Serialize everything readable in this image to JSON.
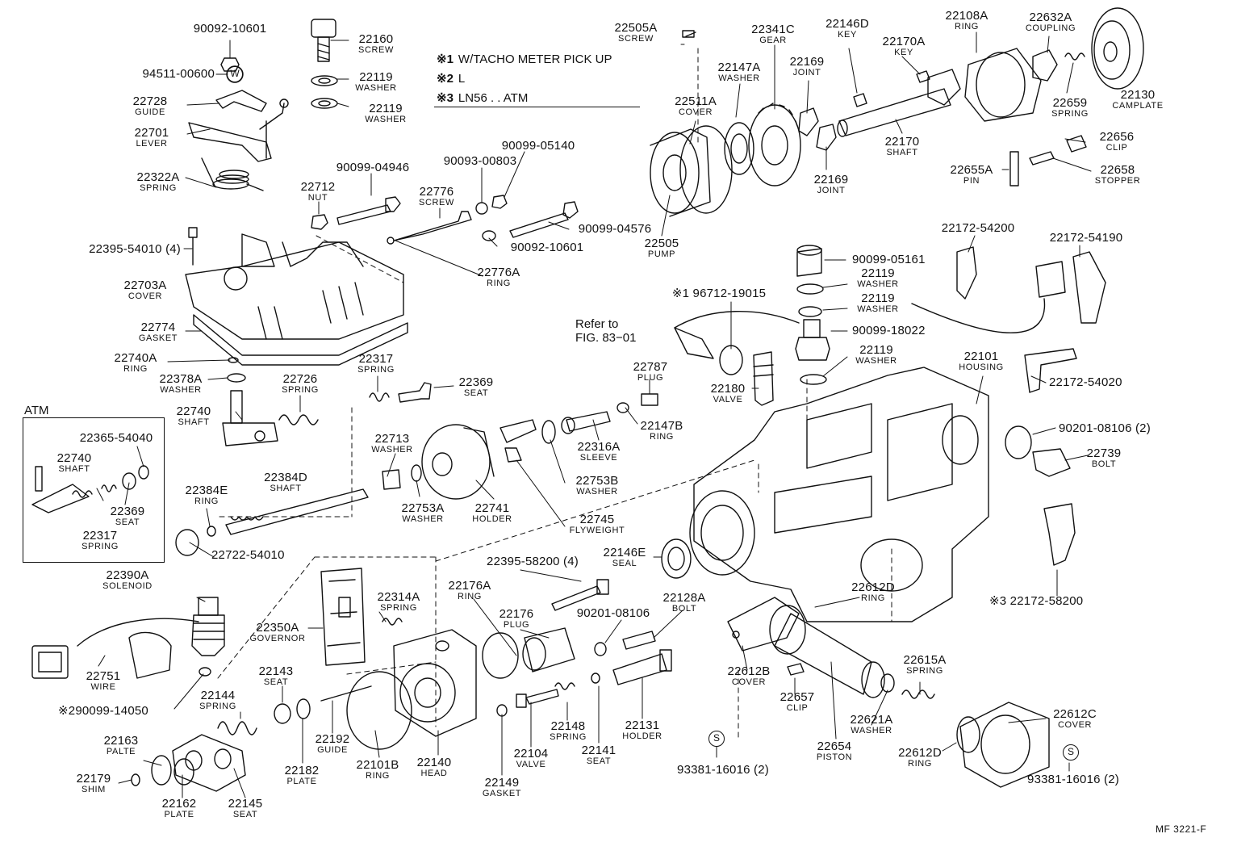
{
  "notes": [
    {
      "mark": "※1",
      "text": "W/TACHO METER PICK UP"
    },
    {
      "mark": "※2",
      "text": "L"
    },
    {
      "mark": "※3",
      "text": "LN56 . . ATM"
    }
  ],
  "atm_title": "ATM",
  "refer_line1": "Refer to",
  "refer_line2": "FIG. 83−01",
  "figure_code": "MF 3221-F",
  "w_symbol": "W",
  "s_symbol": "S",
  "parts": [
    {
      "id": "90092-10601-a",
      "number": "90092-10601",
      "name": ""
    },
    {
      "id": "94511-00600",
      "number": "94511-00600",
      "name": ""
    },
    {
      "id": "22728",
      "number": "22728",
      "name": "GUIDE"
    },
    {
      "id": "22701",
      "number": "22701",
      "name": "LEVER"
    },
    {
      "id": "22322A",
      "number": "22322A",
      "name": "SPRING"
    },
    {
      "id": "22160",
      "number": "22160",
      "name": "SCREW"
    },
    {
      "id": "22119-a",
      "number": "22119",
      "name": "WASHER"
    },
    {
      "id": "22119-b",
      "number": "22119",
      "name": "WASHER"
    },
    {
      "id": "90099-04946",
      "number": "90099-04946",
      "name": ""
    },
    {
      "id": "22712",
      "number": "22712",
      "name": "NUT"
    },
    {
      "id": "22776",
      "number": "22776",
      "name": "SCREW"
    },
    {
      "id": "90093-00803",
      "number": "90093-00803",
      "name": ""
    },
    {
      "id": "90099-05140",
      "number": "90099-05140",
      "name": ""
    },
    {
      "id": "90099-04576",
      "number": "90099-04576",
      "name": ""
    },
    {
      "id": "90092-10601-b",
      "number": "90092-10601",
      "name": ""
    },
    {
      "id": "22776A",
      "number": "22776A",
      "name": "RING"
    },
    {
      "id": "22395-54010",
      "number": "22395-54010 (4)",
      "name": ""
    },
    {
      "id": "22703A",
      "number": "22703A",
      "name": "COVER"
    },
    {
      "id": "22774",
      "number": "22774",
      "name": "GASKET"
    },
    {
      "id": "22740A",
      "number": "22740A",
      "name": "RING"
    },
    {
      "id": "22378A",
      "number": "22378A",
      "name": "WASHER"
    },
    {
      "id": "22726",
      "number": "22726",
      "name": "SPRING"
    },
    {
      "id": "22317-a",
      "number": "22317",
      "name": "SPRING"
    },
    {
      "id": "22369-a",
      "number": "22369",
      "name": "SEAT"
    },
    {
      "id": "22740-a",
      "number": "22740",
      "name": "SHAFT"
    },
    {
      "id": "22365-54040",
      "number": "22365-54040",
      "name": ""
    },
    {
      "id": "22740-b",
      "number": "22740",
      "name": "SHAFT"
    },
    {
      "id": "22369-b",
      "number": "22369",
      "name": "SEAT"
    },
    {
      "id": "22317-b",
      "number": "22317",
      "name": "SPRING"
    },
    {
      "id": "22384E",
      "number": "22384E",
      "name": "RING"
    },
    {
      "id": "22384D",
      "number": "22384D",
      "name": "SHAFT"
    },
    {
      "id": "22722-54010",
      "number": "22722-54010",
      "name": ""
    },
    {
      "id": "22713",
      "number": "22713",
      "name": "WASHER"
    },
    {
      "id": "22753A",
      "number": "22753A",
      "name": "WASHER"
    },
    {
      "id": "22741",
      "number": "22741",
      "name": "HOLDER"
    },
    {
      "id": "22745",
      "number": "22745",
      "name": "FLYWEIGHT"
    },
    {
      "id": "22753B",
      "number": "22753B",
      "name": "WASHER"
    },
    {
      "id": "22316A",
      "number": "22316A",
      "name": "SLEEVE"
    },
    {
      "id": "22787",
      "number": "22787",
      "name": "PLUG"
    },
    {
      "id": "22147B",
      "number": "22147B",
      "name": "RING"
    },
    {
      "id": "22390A",
      "number": "22390A",
      "name": "SOLENOID"
    },
    {
      "id": "22751",
      "number": "22751",
      "name": "WIRE"
    },
    {
      "id": "90099-14050",
      "number": "※290099-14050",
      "name": ""
    },
    {
      "id": "22350A",
      "number": "22350A",
      "name": "GOVERNOR"
    },
    {
      "id": "22314A",
      "number": "22314A",
      "name": "SPRING"
    },
    {
      "id": "22395-58200",
      "number": "22395-58200 (4)",
      "name": ""
    },
    {
      "id": "22176A",
      "number": "22176A",
      "name": "RING"
    },
    {
      "id": "22176",
      "number": "22176",
      "name": "PLUG"
    },
    {
      "id": "90201-08106-a",
      "number": "90201-08106",
      "name": ""
    },
    {
      "id": "22128A",
      "number": "22128A",
      "name": "BOLT"
    },
    {
      "id": "22143",
      "number": "22143",
      "name": "SEAT"
    },
    {
      "id": "22144",
      "number": "22144",
      "name": "SPRING"
    },
    {
      "id": "22163",
      "number": "22163",
      "name": "PALTE"
    },
    {
      "id": "22179",
      "number": "22179",
      "name": "SHIM"
    },
    {
      "id": "22162",
      "number": "22162",
      "name": "PLATE"
    },
    {
      "id": "22145",
      "number": "22145",
      "name": "SEAT"
    },
    {
      "id": "22182",
      "number": "22182",
      "name": "PLATE"
    },
    {
      "id": "22192",
      "number": "22192",
      "name": "GUIDE"
    },
    {
      "id": "22101B",
      "number": "22101B",
      "name": "RING"
    },
    {
      "id": "22140",
      "number": "22140",
      "name": "HEAD"
    },
    {
      "id": "22149",
      "number": "22149",
      "name": "GASKET"
    },
    {
      "id": "22104",
      "number": "22104",
      "name": "VALVE"
    },
    {
      "id": "22148",
      "number": "22148",
      "name": "SPRING"
    },
    {
      "id": "22141",
      "number": "22141",
      "name": "SEAT"
    },
    {
      "id": "22131",
      "number": "22131",
      "name": "HOLDER"
    },
    {
      "id": "22505A",
      "number": "22505A",
      "name": "SCREW"
    },
    {
      "id": "22511A",
      "number": "22511A",
      "name": "COVER"
    },
    {
      "id": "22505",
      "number": "22505",
      "name": "PUMP"
    },
    {
      "id": "22147A",
      "number": "22147A",
      "name": "WASHER"
    },
    {
      "id": "22341C",
      "number": "22341C",
      "name": "GEAR"
    },
    {
      "id": "22169-a",
      "number": "22169",
      "name": "JOINT"
    },
    {
      "id": "22169-b",
      "number": "22169",
      "name": "JOINT"
    },
    {
      "id": "22146D",
      "number": "22146D",
      "name": "KEY"
    },
    {
      "id": "22170A",
      "number": "22170A",
      "name": "KEY"
    },
    {
      "id": "22170",
      "number": "22170",
      "name": "SHAFT"
    },
    {
      "id": "22108A",
      "number": "22108A",
      "name": "RING"
    },
    {
      "id": "22632A",
      "number": "22632A",
      "name": "COUPLING"
    },
    {
      "id": "22659",
      "number": "22659",
      "name": "SPRING"
    },
    {
      "id": "22130",
      "number": "22130",
      "name": "CAMPLATE"
    },
    {
      "id": "22656",
      "number": "22656",
      "name": "CLIP"
    },
    {
      "id": "22655A",
      "number": "22655A",
      "name": "PIN"
    },
    {
      "id": "22658",
      "number": "22658",
      "name": "STOPPER"
    },
    {
      "id": "22172-54200",
      "number": "22172-54200",
      "name": ""
    },
    {
      "id": "22172-54190",
      "number": "22172-54190",
      "name": ""
    },
    {
      "id": "90099-05161",
      "number": "90099-05161",
      "name": ""
    },
    {
      "id": "22119-c",
      "number": "22119",
      "name": "WASHER"
    },
    {
      "id": "22119-d",
      "number": "22119",
      "name": "WASHER"
    },
    {
      "id": "96712-19015",
      "number": "※1 96712-19015",
      "name": ""
    },
    {
      "id": "90099-18022",
      "number": "90099-18022",
      "name": ""
    },
    {
      "id": "22119-e",
      "number": "22119",
      "name": "WASHER"
    },
    {
      "id": "22180",
      "number": "22180",
      "name": "VALVE"
    },
    {
      "id": "22101",
      "number": "22101",
      "name": "HOUSING"
    },
    {
      "id": "22172-54020",
      "number": "22172-54020",
      "name": ""
    },
    {
      "id": "90201-08106-b",
      "number": "90201-08106 (2)",
      "name": ""
    },
    {
      "id": "22739",
      "number": "22739",
      "name": "BOLT"
    },
    {
      "id": "22146E",
      "number": "22146E",
      "name": "SEAL"
    },
    {
      "id": "22172-58200",
      "number": "※3  22172-58200",
      "name": ""
    },
    {
      "id": "22612D-a",
      "number": "22612D",
      "name": "RING"
    },
    {
      "id": "22612B",
      "number": "22612B",
      "name": "COVER"
    },
    {
      "id": "22657",
      "number": "22657",
      "name": "CLIP"
    },
    {
      "id": "22654",
      "number": "22654",
      "name": "PISTON"
    },
    {
      "id": "22615A",
      "number": "22615A",
      "name": "SPRING"
    },
    {
      "id": "22621A",
      "number": "22621A",
      "name": "WASHER"
    },
    {
      "id": "22612C",
      "number": "22612C",
      "name": "COVER"
    },
    {
      "id": "22612D-b",
      "number": "22612D",
      "name": "RING"
    },
    {
      "id": "93381-16016-a",
      "number": "93381-16016 (2)",
      "name": ""
    },
    {
      "id": "93381-16016-b",
      "number": "93381-16016 (2)",
      "name": ""
    }
  ]
}
